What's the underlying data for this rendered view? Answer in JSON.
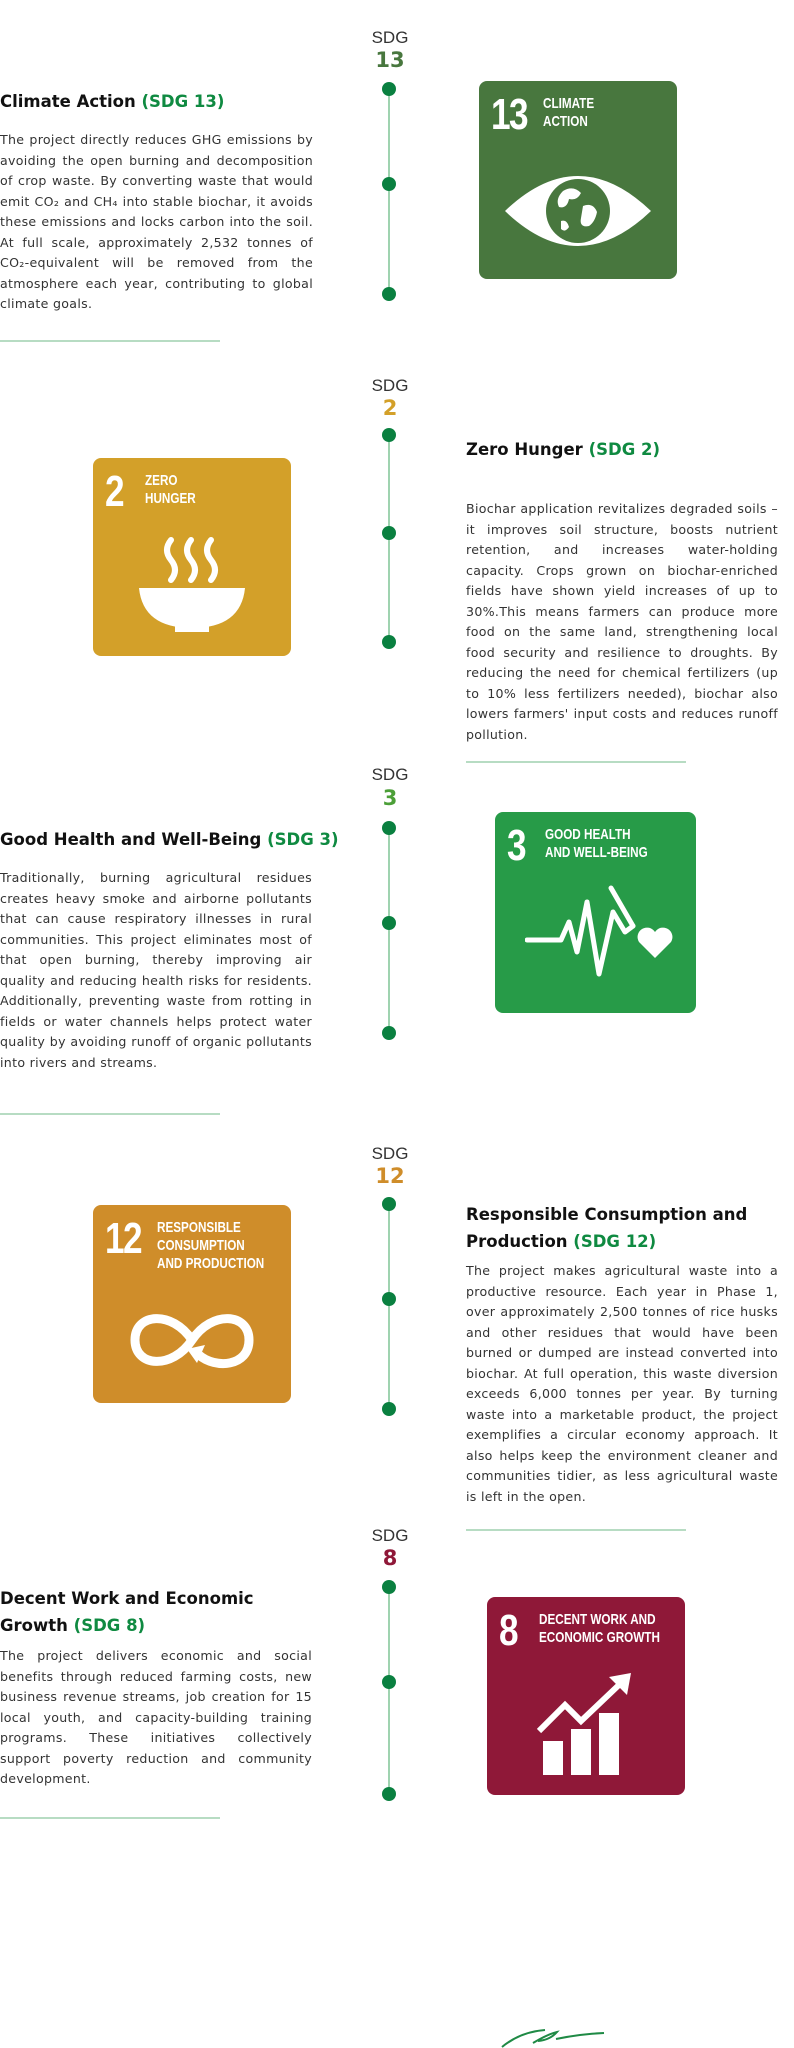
{
  "sdg_label": "SDG",
  "sections": [
    {
      "num": "13",
      "color": "#48773e",
      "title": "Climate Action",
      "tag": "(SDG 13)",
      "card_title": "CLIMATE\nACTION",
      "text": "The project directly reduces GHG emissions by avoiding the open burning and decomposition of crop waste. By converting waste that would emit CO₂ and CH₄ into stable biochar, it avoids these emissions and locks carbon into the soil. At full scale, approximately 2,532 tonnes of CO₂-equivalent will be removed from the atmosphere each year, contributing to global climate goals.",
      "icon": "eye-globe-icon"
    },
    {
      "num": "2",
      "color": "#d3a029",
      "title": "Zero Hunger",
      "tag": "(SDG 2)",
      "card_title": "ZERO\nHUNGER",
      "text": "Biochar application revitalizes degraded soils – it improves soil structure, boosts nutrient retention, and increases water-holding capacity. Crops grown on biochar-enriched fields have shown yield increases of up to 30%.This means farmers can produce more food on the same land, strengthening local food security and resilience to droughts. By reducing the need for chemical fertilizers (up to 10% less fertilizers needed), biochar also lowers farmers' input costs and reduces runoff pollution.",
      "icon": "steaming-bowl-icon"
    },
    {
      "num": "3",
      "color": "#279b48",
      "title": "Good Health and Well-Being",
      "tag": "(SDG 3)",
      "card_title": "GOOD HEALTH\nAND WELL-BEING",
      "text": "Traditionally, burning agricultural residues creates heavy smoke and airborne pollutants that can cause respiratory illnesses in rural communities. This project eliminates most of that open burning, thereby improving air quality and reducing health risks for residents. Additionally, preventing waste from rotting in fields or water channels helps protect water quality by avoiding runoff of organic pollutants into rivers and streams.",
      "icon": "heartbeat-icon"
    },
    {
      "num": "12",
      "color": "#cf8d2a",
      "title": "Responsible Consumption and Production",
      "tag": "(SDG 12)",
      "card_title": "RESPONSIBLE\nCONSUMPTION\nAND PRODUCTION",
      "text": "The project makes agricultural waste into a productive resource. Each year in Phase 1, over approximately 2,500 tonnes of rice husks and other residues that would have been burned or dumped are instead converted into biochar. At full operation, this waste diversion exceeds 6,000 tonnes per year. By turning waste into a marketable product, the project exemplifies a circular economy approach. It also helps keep the environment cleaner and communities tidier, as less agricultural waste is left in the open.",
      "icon": "infinity-loop-icon"
    },
    {
      "num": "8",
      "color": "#8f1838",
      "title": "Decent Work and Economic Growth",
      "tag": "(SDG 8)",
      "card_title": "DECENT WORK AND\nECONOMIC GROWTH",
      "text": "The project delivers economic and social benefits through reduced farming costs, new business revenue streams, job creation for 15 local youth, and capacity-building training programs. These initiatives collectively support poverty reduction and community development.",
      "icon": "growth-chart-icon"
    }
  ]
}
